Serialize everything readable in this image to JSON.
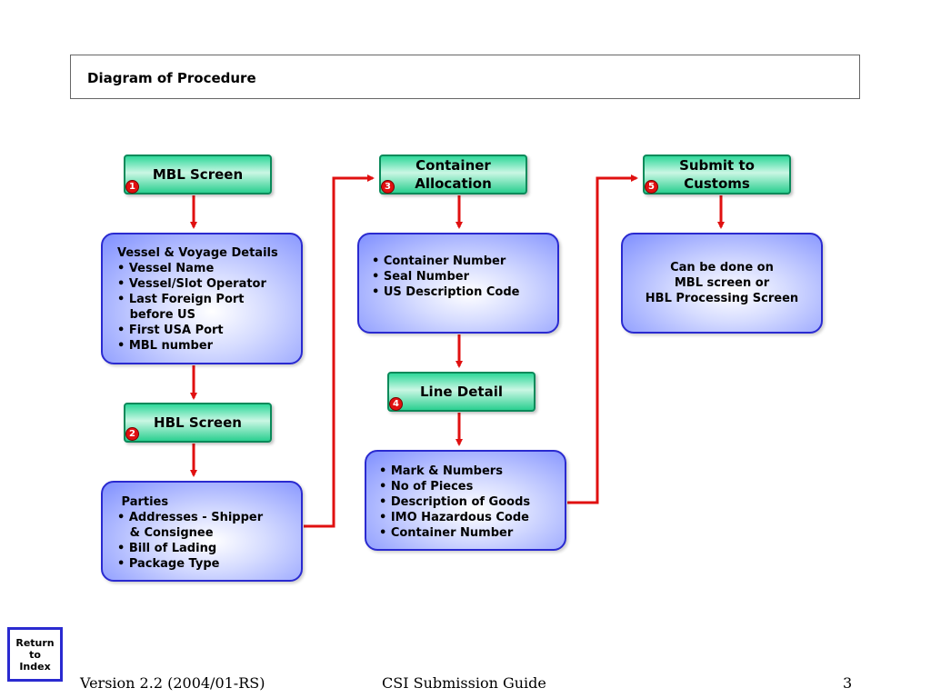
{
  "title": "Diagram of Procedure",
  "steps": {
    "mbl": {
      "label": "MBL Screen",
      "num": "1"
    },
    "hbl": {
      "label": "HBL Screen",
      "num": "2"
    },
    "container": {
      "label": "Container\nAllocation",
      "num": "3"
    },
    "line": {
      "label": "Line Detail",
      "num": "4"
    },
    "customs": {
      "label": "Submit to\nCustoms",
      "num": "5"
    }
  },
  "details": {
    "mbl": {
      "heading": "Vessel & Voyage Details",
      "items": [
        "• Vessel Name",
        "• Vessel/Slot Operator",
        "• Last Foreign Port",
        "   before US",
        "• First USA Port",
        "• MBL number"
      ]
    },
    "hbl": {
      "heading": " Parties",
      "items": [
        "• Addresses - Shipper",
        "   & Consignee",
        "• Bill of Lading",
        "• Package Type"
      ]
    },
    "container": {
      "items": [
        "• Container Number",
        "• Seal Number",
        "• US Description Code"
      ]
    },
    "line": {
      "items": [
        "• Mark & Numbers",
        "• No of Pieces",
        "• Description of Goods",
        "• IMO Hazardous Code",
        "• Container Number"
      ]
    },
    "customs": {
      "text": "Can be done on\nMBL screen or\nHBL Processing Screen"
    }
  },
  "return_button": "Return\nto\nIndex",
  "footer": {
    "version": "Version 2.2 (2004/01-RS)",
    "guide": "CSI Submission Guide",
    "page": "3"
  },
  "colors": {
    "arrow": "#e01010",
    "step_border": "#0a8a5a",
    "detail_border": "#2a2ad0"
  }
}
